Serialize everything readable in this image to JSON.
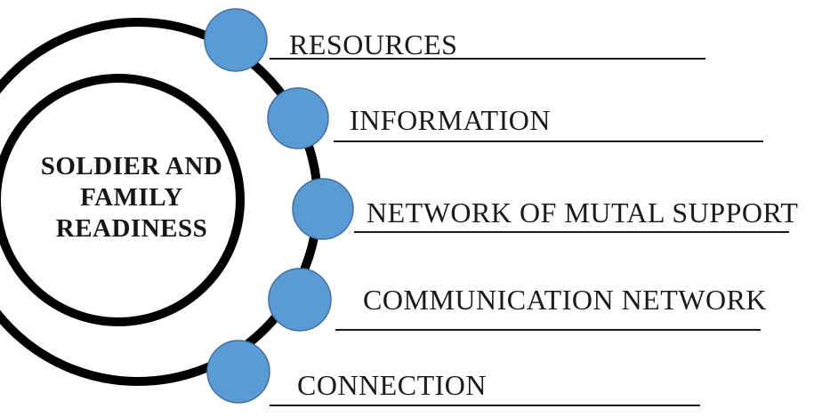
{
  "diagram": {
    "center": {
      "label": "SOLDIER AND FAMILY READINESS",
      "lines": [
        "SOLDIER AND",
        "FAMILY",
        "READINESS"
      ]
    },
    "items": [
      {
        "label": "RESOURCES"
      },
      {
        "label": "INFORMATION"
      },
      {
        "label": "NETWORK OF MUTAL SUPPORT"
      },
      {
        "label": "COMMUNICATION NETWORK"
      },
      {
        "label": "CONNECTION"
      }
    ],
    "colors": {
      "node_fill": "#5B9BD5",
      "node_border": "#41719C",
      "ring": "#000000",
      "text": "#1b1b1b",
      "underline": "#1c1c1c",
      "background": "#ffffff"
    }
  }
}
